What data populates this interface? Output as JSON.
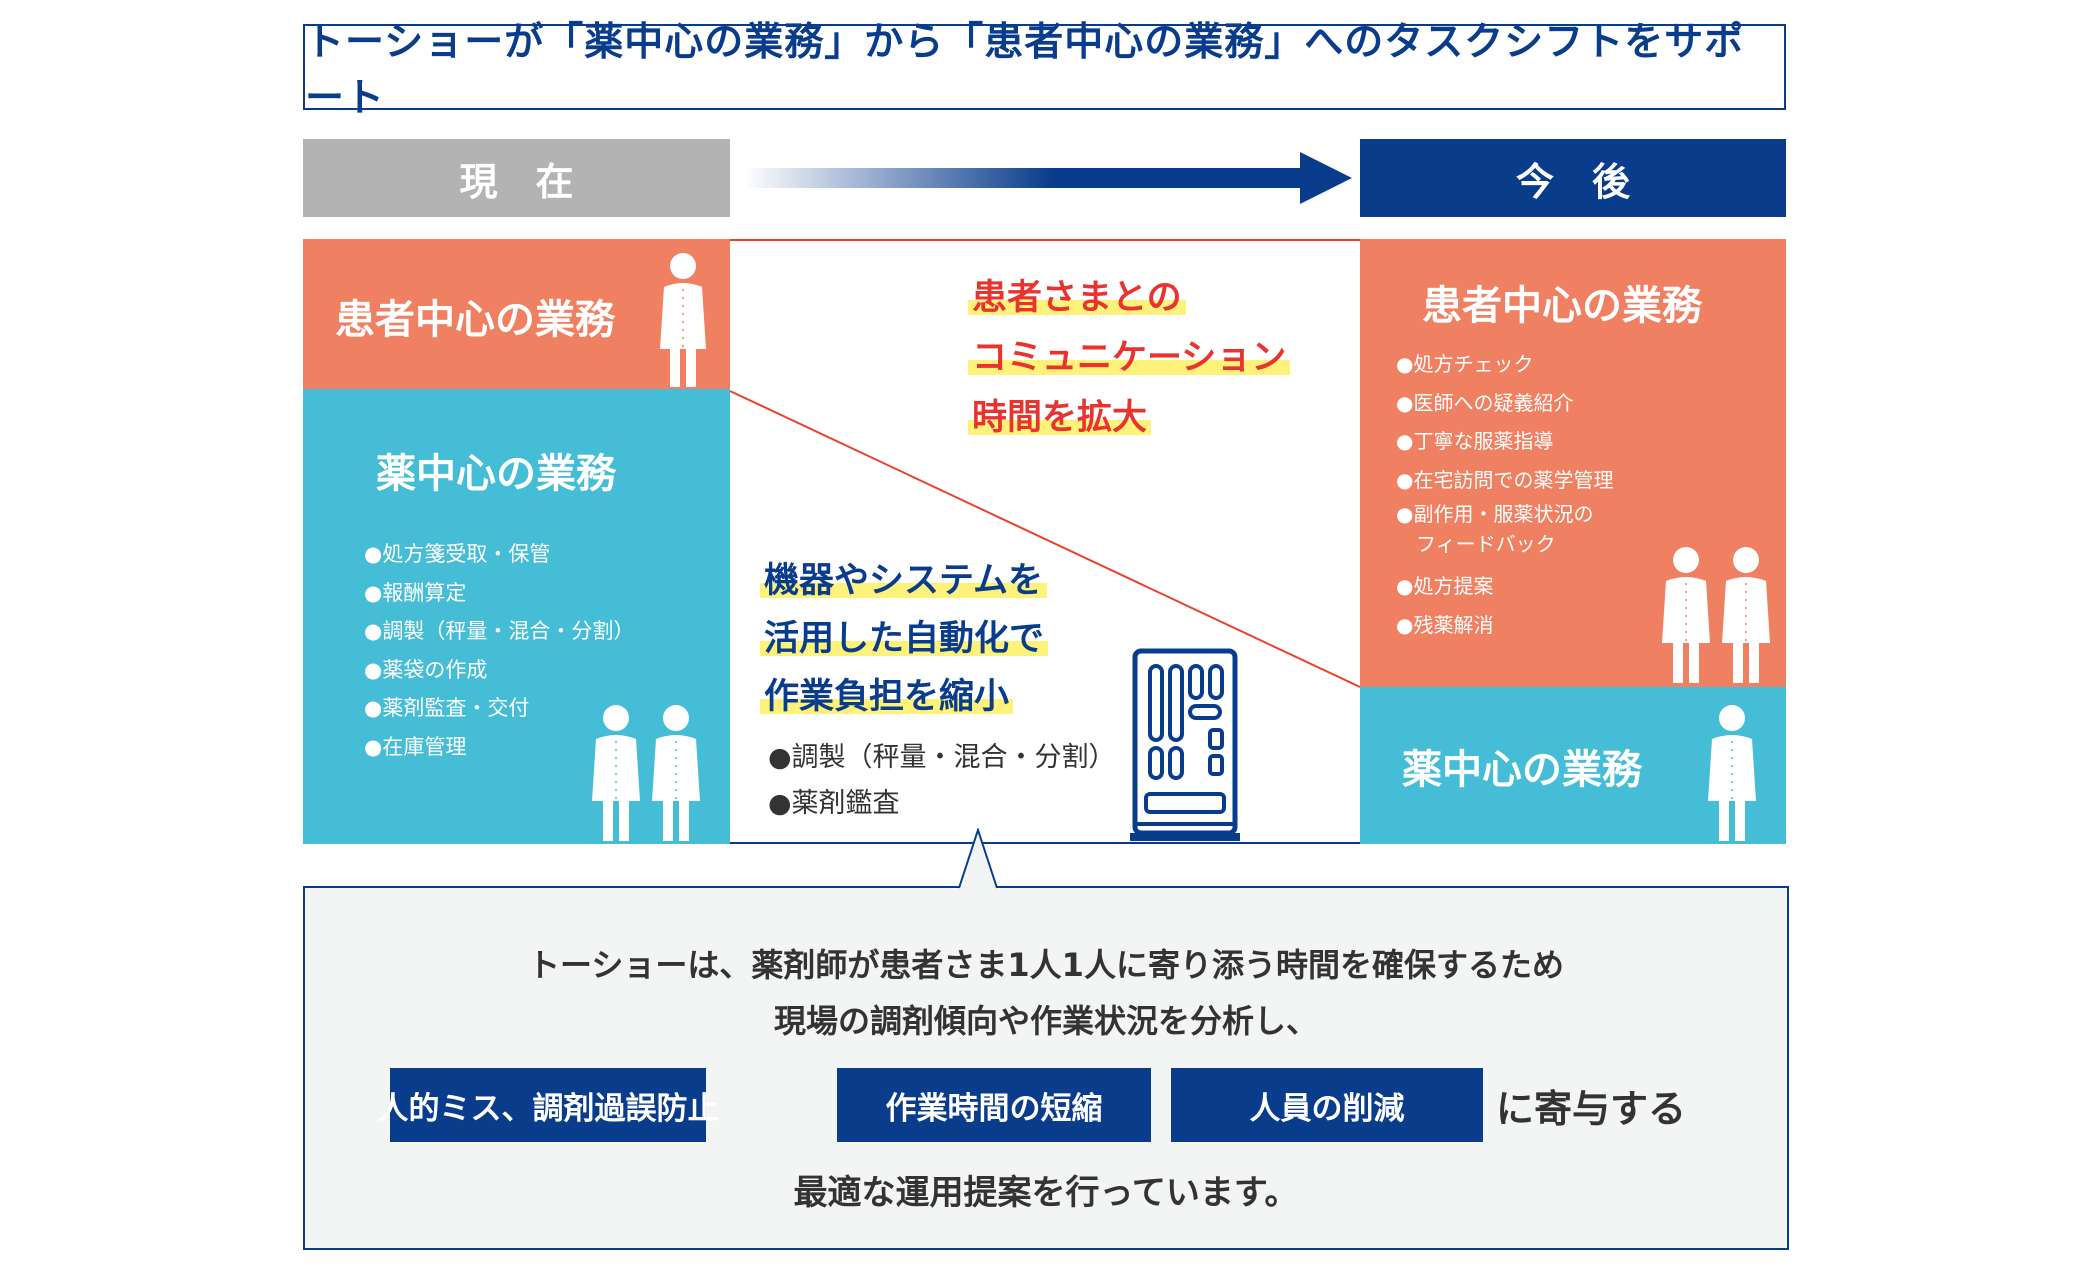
{
  "title": "トーショーが「薬中心の業務」から「患者中心の業務」へのタスクシフトをサポート",
  "headers": {
    "now": "現在",
    "future": "今後"
  },
  "left": {
    "patient_title": "患者中心の業務",
    "pharma_title": "薬中心の業務",
    "pharma_items": [
      "●処方箋受取・保管",
      "●報酬算定",
      "●調製（秤量・混合・分割）",
      "●薬袋の作成",
      "●薬剤監査・交付",
      "●在庫管理"
    ]
  },
  "middle": {
    "red_lines": [
      "患者さまとの",
      "コミュニケーション",
      "時間を拡大"
    ],
    "blue_lines": [
      "機器やシステムを",
      "活用した自動化で",
      "作業負担を縮小"
    ],
    "items": [
      "●調製（秤量・混合・分割）",
      "●薬剤鑑査"
    ]
  },
  "right": {
    "patient_title": "患者中心の業務",
    "patient_items": [
      "●処方チェック",
      "●医師への疑義紹介",
      "●丁寧な服薬指導",
      "●在宅訪問での薬学管理",
      "●副作用・服薬状況の",
      "　フィードバック",
      "●処方提案",
      "●残薬解消"
    ],
    "pharma_title": "薬中心の業務"
  },
  "bottom": {
    "line1": "トーショーは、薬剤師が患者さま1人1人に寄り添う時間を確保するため",
    "line2": "現場の調剤傾向や作業状況を分析し、",
    "chips": [
      "人的ミス、調剤過誤防止",
      "作業時間の短縮",
      "人員の削減"
    ],
    "contribute": "に寄与する",
    "line3": "最適な運用提案を行っています。"
  },
  "colors": {
    "navy": "#0a3c8c",
    "salmon": "#ef8062",
    "cyan": "#46bdd6",
    "gray": "#b3b3b3",
    "red": "#e8332e",
    "highlight": "#fff27a"
  }
}
